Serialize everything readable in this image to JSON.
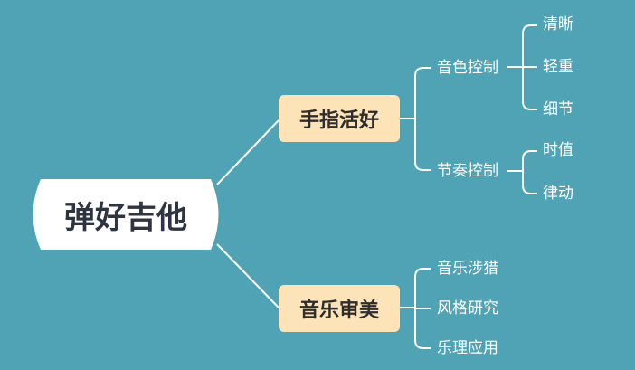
{
  "mindmap": {
    "root": "弹好吉他",
    "branches": [
      {
        "label": "手指活好",
        "children": [
          {
            "label": "音色控制",
            "children": [
              "清晰",
              "轻重",
              "细节"
            ]
          },
          {
            "label": "节奏控制",
            "children": [
              "时值",
              "律动"
            ]
          }
        ]
      },
      {
        "label": "音乐审美",
        "children": [
          {
            "label": "音乐涉猎"
          },
          {
            "label": "风格研究"
          },
          {
            "label": "乐理应用"
          }
        ]
      }
    ]
  },
  "colors": {
    "background": "#4fa3b4",
    "branch_fill": "#fde3b8",
    "connector": "#ffffff"
  }
}
